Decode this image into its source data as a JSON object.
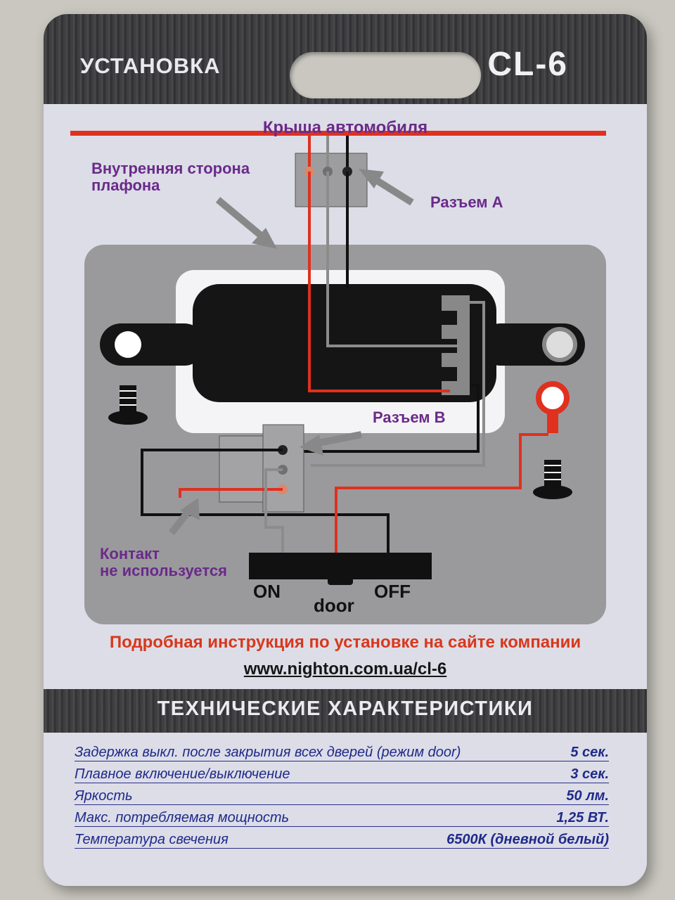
{
  "header": {
    "title": "УСТАНОВКА",
    "model": "CL-6"
  },
  "diagram": {
    "roof_label": "Крыша автомобиля",
    "inner_side_label_line1": "Внутренняя сторона",
    "inner_side_label_line2": "плафона",
    "connector_a_label": "Разъем А",
    "connector_b_label": "Разъем В",
    "unused_contact_line1": "Контакт",
    "unused_contact_line2": "не используется",
    "switch_on": "ON",
    "switch_door": "door",
    "switch_off": "OFF",
    "colors": {
      "red_wire": "#e0301e",
      "black_wire": "#111111",
      "gray_wire": "#8c8c8c",
      "label_purple": "#6a2a8a"
    }
  },
  "footer": {
    "instruction": "Подробная инструкция по установке на сайте компании",
    "url": "www.nighton.com.ua/cl-6"
  },
  "specs": {
    "title": "ТЕХНИЧЕСКИЕ ХАРАКТЕРИСТИКИ",
    "rows": [
      {
        "name": "Задержка выкл. после закрытия всех дверей (режим door)",
        "value": "5 сек."
      },
      {
        "name": "Плавное включение/выключение",
        "value": "3 сек."
      },
      {
        "name": "Яркость",
        "value": "50 лм."
      },
      {
        "name": "Макс. потребляемая мощность",
        "value": "1,25 ВТ."
      },
      {
        "name": "Температура свечения",
        "value": "6500К (дневной белый)"
      }
    ]
  }
}
